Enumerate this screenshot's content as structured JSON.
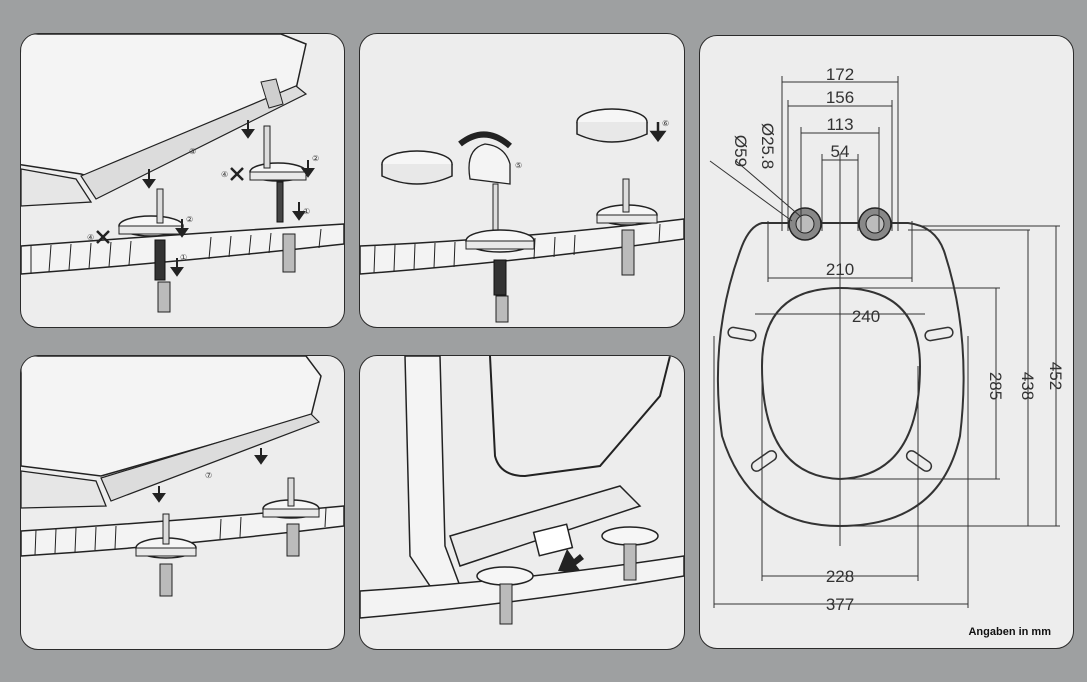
{
  "steps": {
    "s1": "①",
    "s2": "②",
    "s3": "③",
    "s4": "④",
    "s5": "⑤",
    "s6": "⑥",
    "s7": "⑦"
  },
  "dimensions": {
    "d172": "172",
    "d156": "156",
    "d113": "113",
    "d54": "54",
    "d25_8": "Ø25.8",
    "d59": "Ø59",
    "d210": "210",
    "d240": "240",
    "d285": "285",
    "d438": "438",
    "d452": "452",
    "d228": "228",
    "d377": "377"
  },
  "caption": "Angaben in mm"
}
